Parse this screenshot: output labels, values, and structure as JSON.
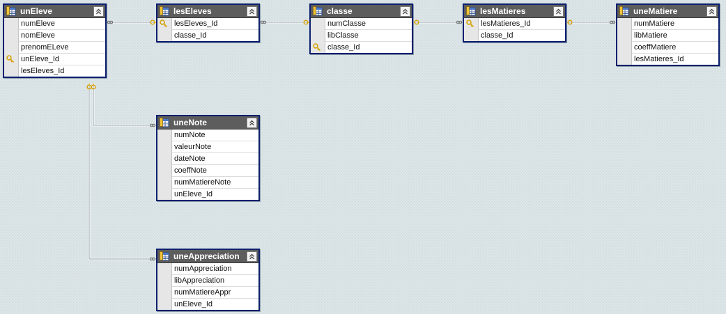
{
  "colors": {
    "header_bg": "#5d5d5d",
    "border": "#0c1f6e",
    "link": "#8fa2ab",
    "key": "#d4a20c"
  },
  "tables": [
    {
      "id": "unEleve",
      "title": "unEleve",
      "columns": [
        {
          "name": "numEleve",
          "key": false
        },
        {
          "name": "nomEleve",
          "key": false
        },
        {
          "name": "prenomELeve",
          "key": false
        },
        {
          "name": "unEleve_Id",
          "key": true
        },
        {
          "name": "lesEleves_Id",
          "key": false
        }
      ]
    },
    {
      "id": "lesEleves",
      "title": "lesEleves",
      "columns": [
        {
          "name": "lesEleves_Id",
          "key": true
        },
        {
          "name": "classe_Id",
          "key": false
        }
      ]
    },
    {
      "id": "classe",
      "title": "classe",
      "columns": [
        {
          "name": "numClasse",
          "key": false
        },
        {
          "name": "libClasse",
          "key": false
        },
        {
          "name": "classe_Id",
          "key": true
        }
      ]
    },
    {
      "id": "lesMatieres",
      "title": "lesMatieres",
      "columns": [
        {
          "name": "lesMatieres_Id",
          "key": true
        },
        {
          "name": "classe_Id",
          "key": false
        }
      ]
    },
    {
      "id": "uneMatiere",
      "title": "uneMatiere",
      "columns": [
        {
          "name": "numMatiere",
          "key": false
        },
        {
          "name": "libMatiere",
          "key": false
        },
        {
          "name": "coeffMatiere",
          "key": false
        },
        {
          "name": "lesMatieres_Id",
          "key": false
        }
      ]
    },
    {
      "id": "uneNote",
      "title": "uneNote",
      "columns": [
        {
          "name": "numNote",
          "key": false
        },
        {
          "name": "valeurNote",
          "key": false
        },
        {
          "name": "dateNote",
          "key": false
        },
        {
          "name": "coeffNote",
          "key": false
        },
        {
          "name": "numMatiereNote",
          "key": false
        },
        {
          "name": "unEleve_Id",
          "key": false
        }
      ]
    },
    {
      "id": "uneAppreciation",
      "title": "uneAppreciation",
      "columns": [
        {
          "name": "numAppreciation",
          "key": false
        },
        {
          "name": "libAppreciation",
          "key": false
        },
        {
          "name": "numMatiereAppr",
          "key": false
        },
        {
          "name": "unEleve_Id",
          "key": false
        }
      ]
    }
  ],
  "relationships": [
    {
      "from": "unEleve",
      "to": "lesEleves"
    },
    {
      "from": "lesEleves",
      "to": "classe"
    },
    {
      "from": "classe",
      "to": "lesMatieres"
    },
    {
      "from": "lesMatieres",
      "to": "uneMatiere"
    },
    {
      "from": "unEleve",
      "to": "uneNote"
    },
    {
      "from": "unEleve",
      "to": "uneAppreciation"
    }
  ]
}
